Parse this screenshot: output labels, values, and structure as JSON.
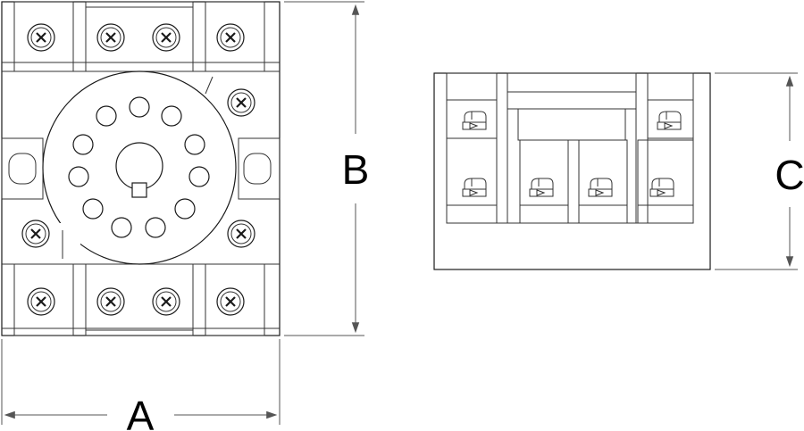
{
  "diagram": {
    "front_view": {
      "dimension_width_label": "A",
      "dimension_height_label": "B"
    },
    "side_view": {
      "dimension_height_label": "C"
    },
    "colors": {
      "line": "#1a1a1a",
      "dimension": "#555555",
      "background": "#ffffff"
    }
  }
}
